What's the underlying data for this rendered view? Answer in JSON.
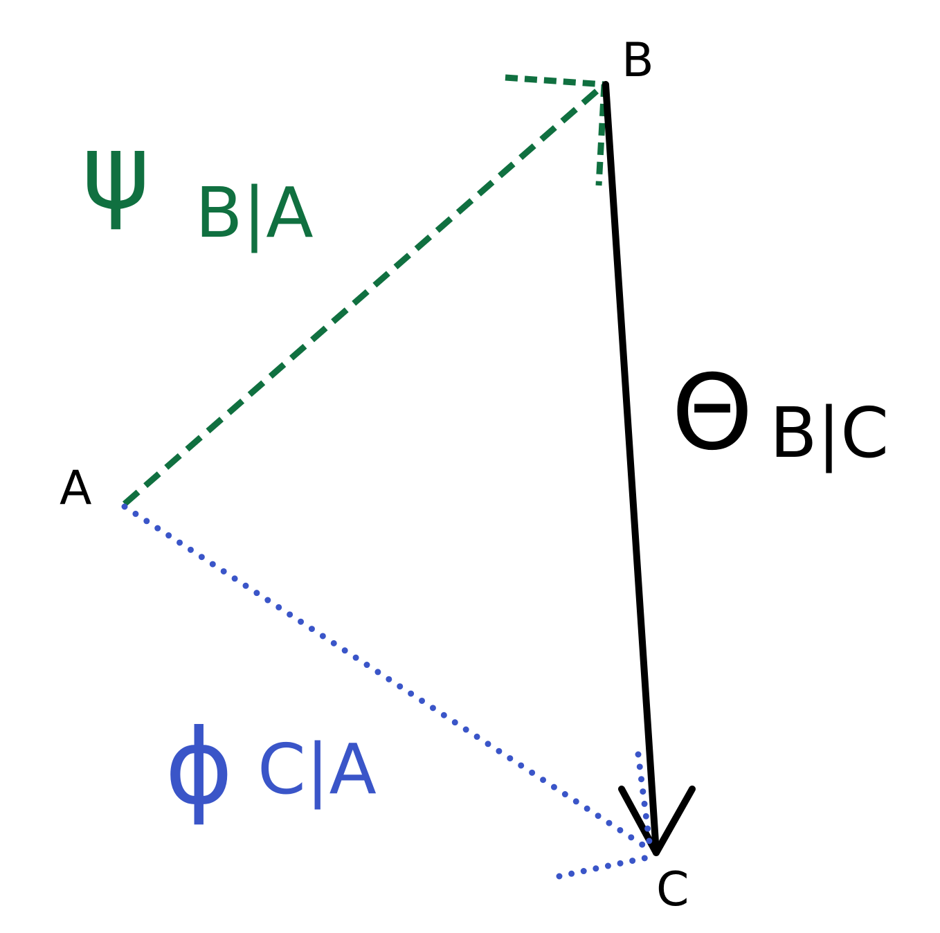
{
  "points": {
    "A": "A",
    "B": "B",
    "C": "C"
  },
  "relations": {
    "psi": {
      "symbol": "ψ",
      "subscript": "B|A",
      "color": "#107040",
      "line_style": "dashed",
      "from": "A",
      "to": "B"
    },
    "theta": {
      "symbol": "Θ",
      "subscript": "B|C",
      "color": "#000000",
      "line_style": "solid",
      "from": "B",
      "to": "C"
    },
    "phi": {
      "symbol": "ϕ",
      "subscript": "C|A",
      "color": "#3a55c8",
      "line_style": "dotted",
      "from": "A",
      "to": "C"
    }
  }
}
